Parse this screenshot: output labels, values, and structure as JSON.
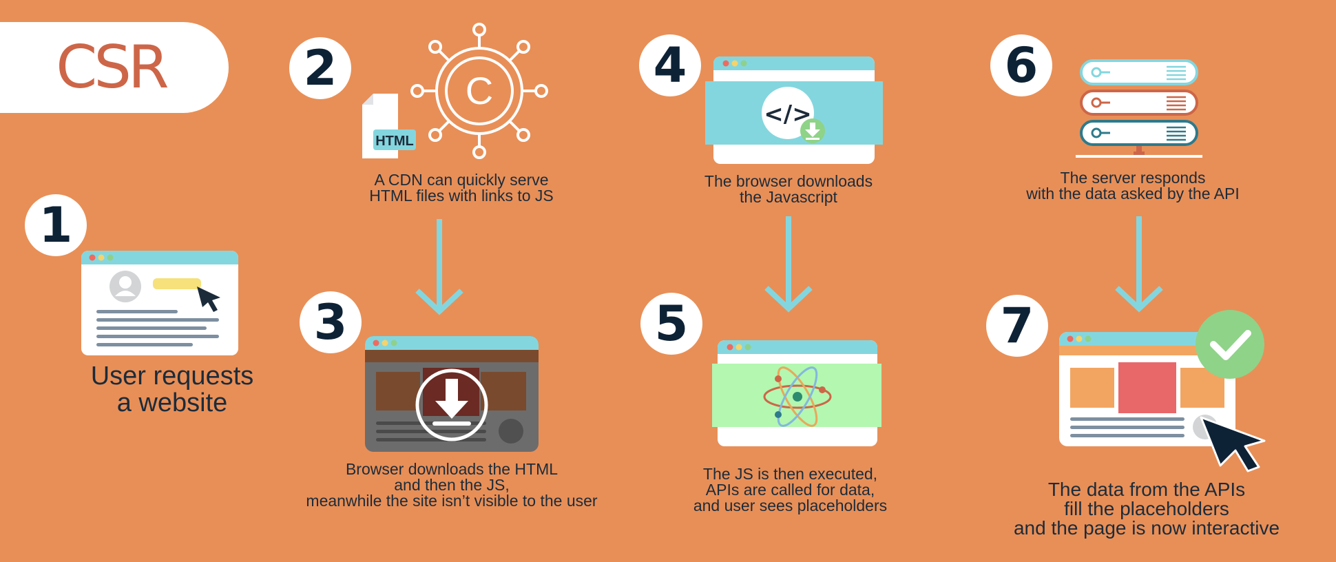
{
  "title": "CSR",
  "colors": {
    "background": "#e88f57",
    "accent_cyan": "#84d6de",
    "title_red": "#cd6648",
    "navy": "#0e2236",
    "check_green": "#8ed388"
  },
  "steps": [
    {
      "number": "1",
      "caption_lines": [
        "User requests",
        "a website"
      ],
      "icon": "browser-user-click-icon"
    },
    {
      "number": "2",
      "caption_lines": [
        "A CDN can quickly serve",
        "HTML files with links to JS"
      ],
      "icon": "cdn-network-icon",
      "file_label": "HTML",
      "cdn_letter": "C"
    },
    {
      "number": "3",
      "caption_lines": [
        "Browser downloads the HTML",
        "and then the JS,",
        "meanwhile the site isn’t visible to the user"
      ],
      "icon": "browser-download-icon"
    },
    {
      "number": "4",
      "caption_lines": [
        "The browser downloads",
        "the Javascript"
      ],
      "icon": "browser-code-icon",
      "code_symbol": "</>"
    },
    {
      "number": "5",
      "caption_lines": [
        "The JS is then executed,",
        "APIs are called for data,",
        "and user sees placeholders"
      ],
      "icon": "browser-react-atom-icon"
    },
    {
      "number": "6",
      "caption_lines": [
        "The server responds",
        "with the data asked by the API"
      ],
      "icon": "server-stack-icon"
    },
    {
      "number": "7",
      "caption_lines": [
        "The data from the APIs",
        "fill the placeholders",
        "and the page is now interactive"
      ],
      "icon": "browser-interactive-check-icon"
    }
  ]
}
